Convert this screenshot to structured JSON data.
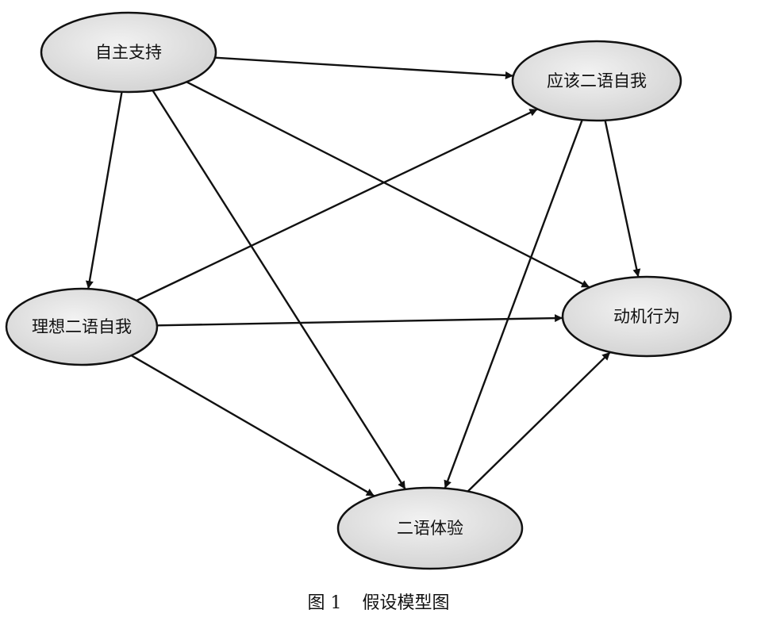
{
  "diagram": {
    "nodes": [
      {
        "id": "autonomy",
        "label": "自主支持"
      },
      {
        "id": "ought",
        "label": "应该二语自我"
      },
      {
        "id": "ideal",
        "label": "理想二语自我"
      },
      {
        "id": "motivation",
        "label": "动机行为"
      },
      {
        "id": "experience",
        "label": "二语体验"
      }
    ],
    "edges": [
      {
        "from": "autonomy",
        "to": "ought"
      },
      {
        "from": "autonomy",
        "to": "ideal"
      },
      {
        "from": "autonomy",
        "to": "motivation"
      },
      {
        "from": "autonomy",
        "to": "experience"
      },
      {
        "from": "ideal",
        "to": "ought"
      },
      {
        "from": "ideal",
        "to": "motivation"
      },
      {
        "from": "ideal",
        "to": "experience"
      },
      {
        "from": "ought",
        "to": "motivation"
      },
      {
        "from": "ought",
        "to": "experience"
      },
      {
        "from": "experience",
        "to": "motivation"
      }
    ]
  },
  "caption": {
    "figure_number": "图 1",
    "title": "假设模型图"
  }
}
